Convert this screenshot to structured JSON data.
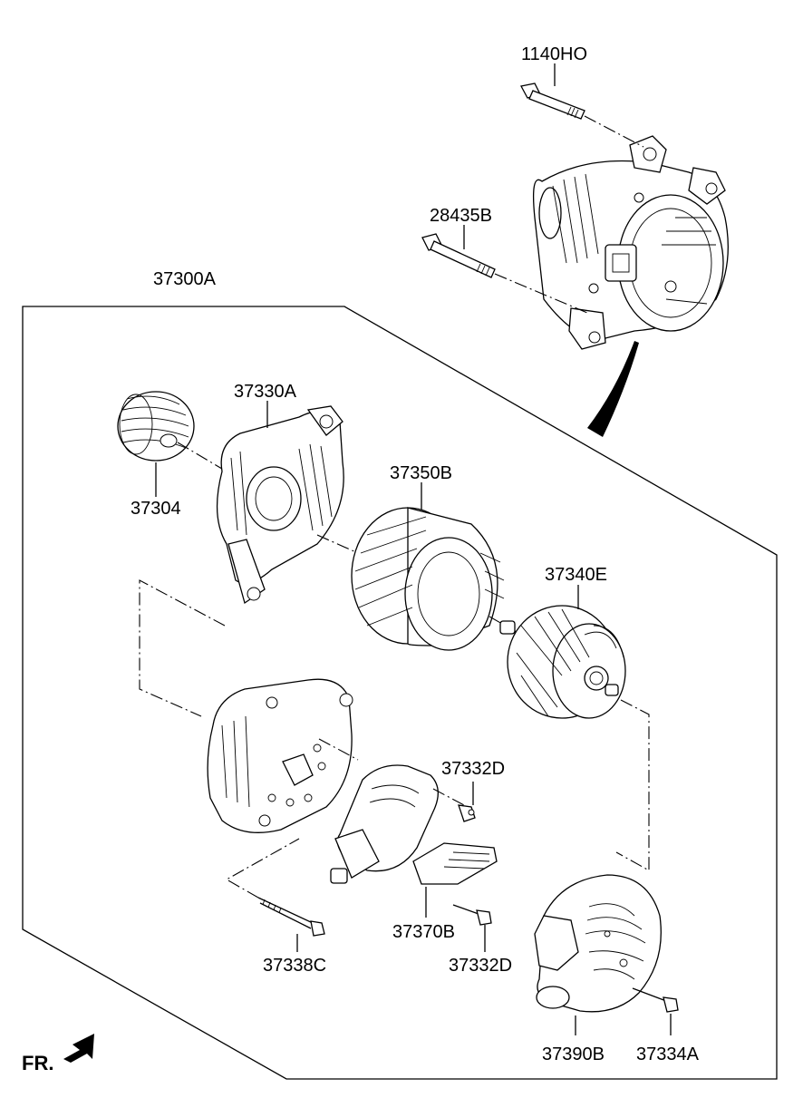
{
  "direction_label": "FR.",
  "parts": {
    "bolt_top": "1140HO",
    "bolt_mid": "28435B",
    "assembly": "37300A",
    "front_bracket": "37330A",
    "pulley": "37304",
    "stator": "37350B",
    "rotor": "37340E",
    "nut_upper": "37332D",
    "rectifier": "37370B",
    "nut_lower": "37332D",
    "through_bolt": "37338C",
    "rear_cover": "37390B",
    "cover_bolt": "37334A"
  }
}
